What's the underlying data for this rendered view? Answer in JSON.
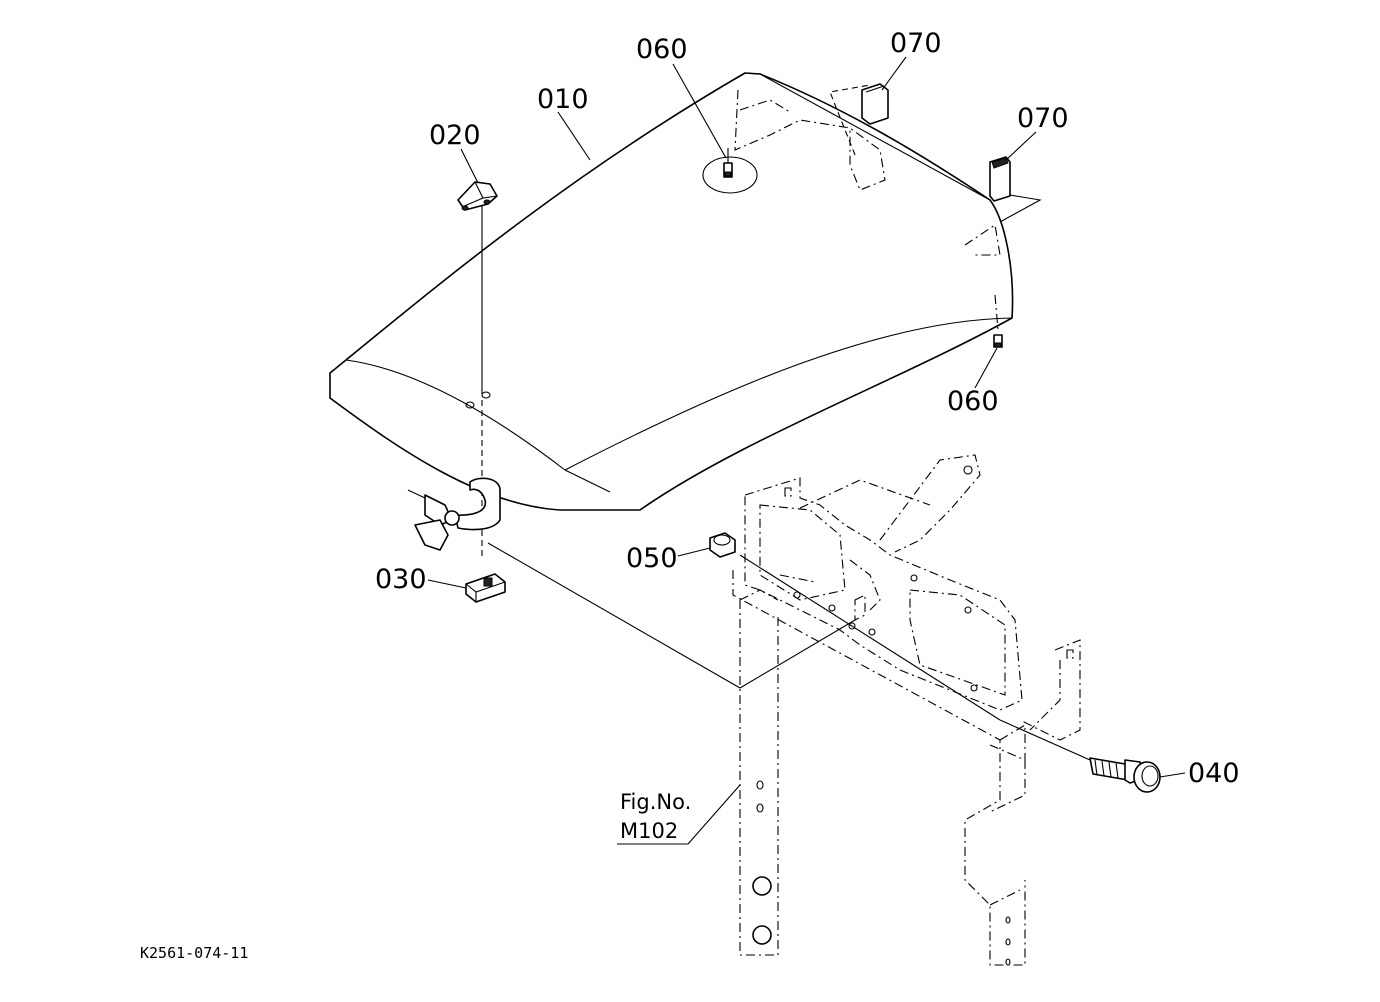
{
  "labels": {
    "p010": "010",
    "p020": "020",
    "p030": "030",
    "p040": "040",
    "p050": "050",
    "p060a": "060",
    "p060b": "060",
    "p070a": "070",
    "p070b": "070"
  },
  "reference": {
    "line1": "Fig.No.",
    "line2": "M102"
  },
  "doc_code": "K2561-074-11"
}
